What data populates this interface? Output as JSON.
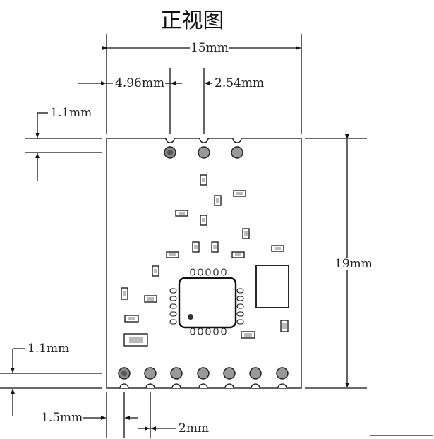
{
  "title": "正视图",
  "dimensions": {
    "width": "15mm",
    "height": "19mm",
    "top_pad_offset": "4.96mm",
    "top_pad_pitch": "2.54mm",
    "top_edge_offset": "1.1mm",
    "bottom_edge_offset": "1.1mm",
    "bottom_pad_offset": "1.5mm",
    "bottom_pad_pitch": "2mm"
  }
}
